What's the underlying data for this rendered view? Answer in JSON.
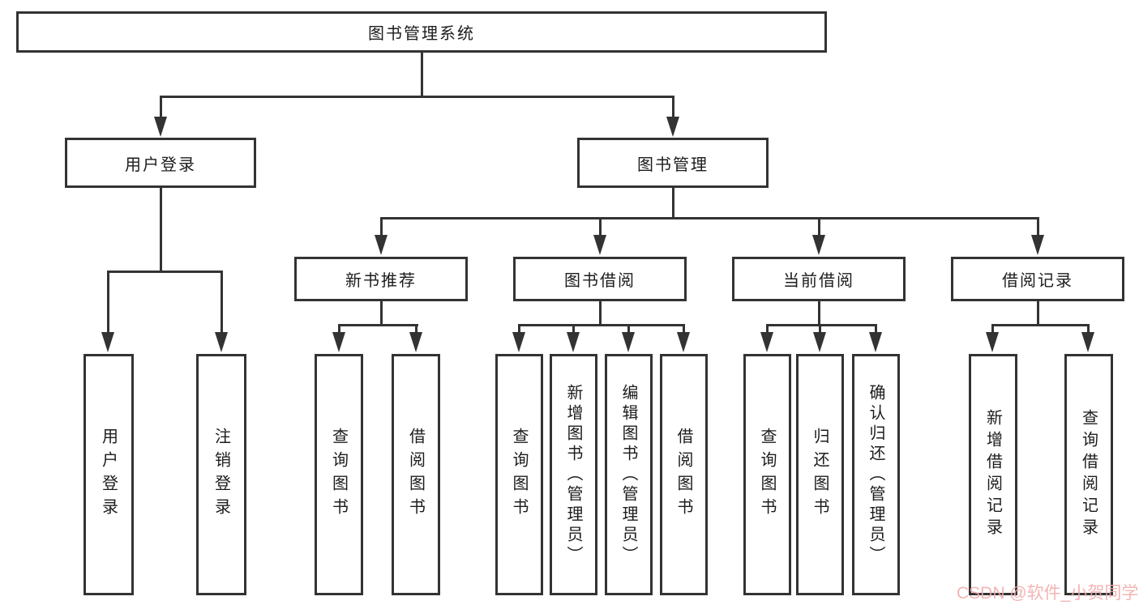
{
  "diagram": {
    "root_label": "图书管理系统",
    "level2": [
      "用户登录",
      "图书管理"
    ],
    "level3": [
      "新书推荐",
      "图书借阅",
      "当前借阅",
      "借阅记录"
    ],
    "leaves_user": [
      "用户登录",
      "注销登录"
    ],
    "leaves_newbook": [
      "查询图书",
      "借阅图书"
    ],
    "leaves_borrow": [
      "查询图书",
      "新增图书（管理员）",
      "编辑图书（管理员）",
      "借阅图书"
    ],
    "leaves_current": [
      "查询图书",
      "归还图书",
      "确认归还（管理员）"
    ],
    "leaves_record": [
      "新增借阅记录",
      "查询借阅记录"
    ]
  },
  "watermark": {
    "text": "CSDN @软件_小贺同学",
    "color": "#f2aaaa"
  },
  "colors": {
    "line": "#333333",
    "background": "#ffffff",
    "text": "#1c1c1c"
  }
}
